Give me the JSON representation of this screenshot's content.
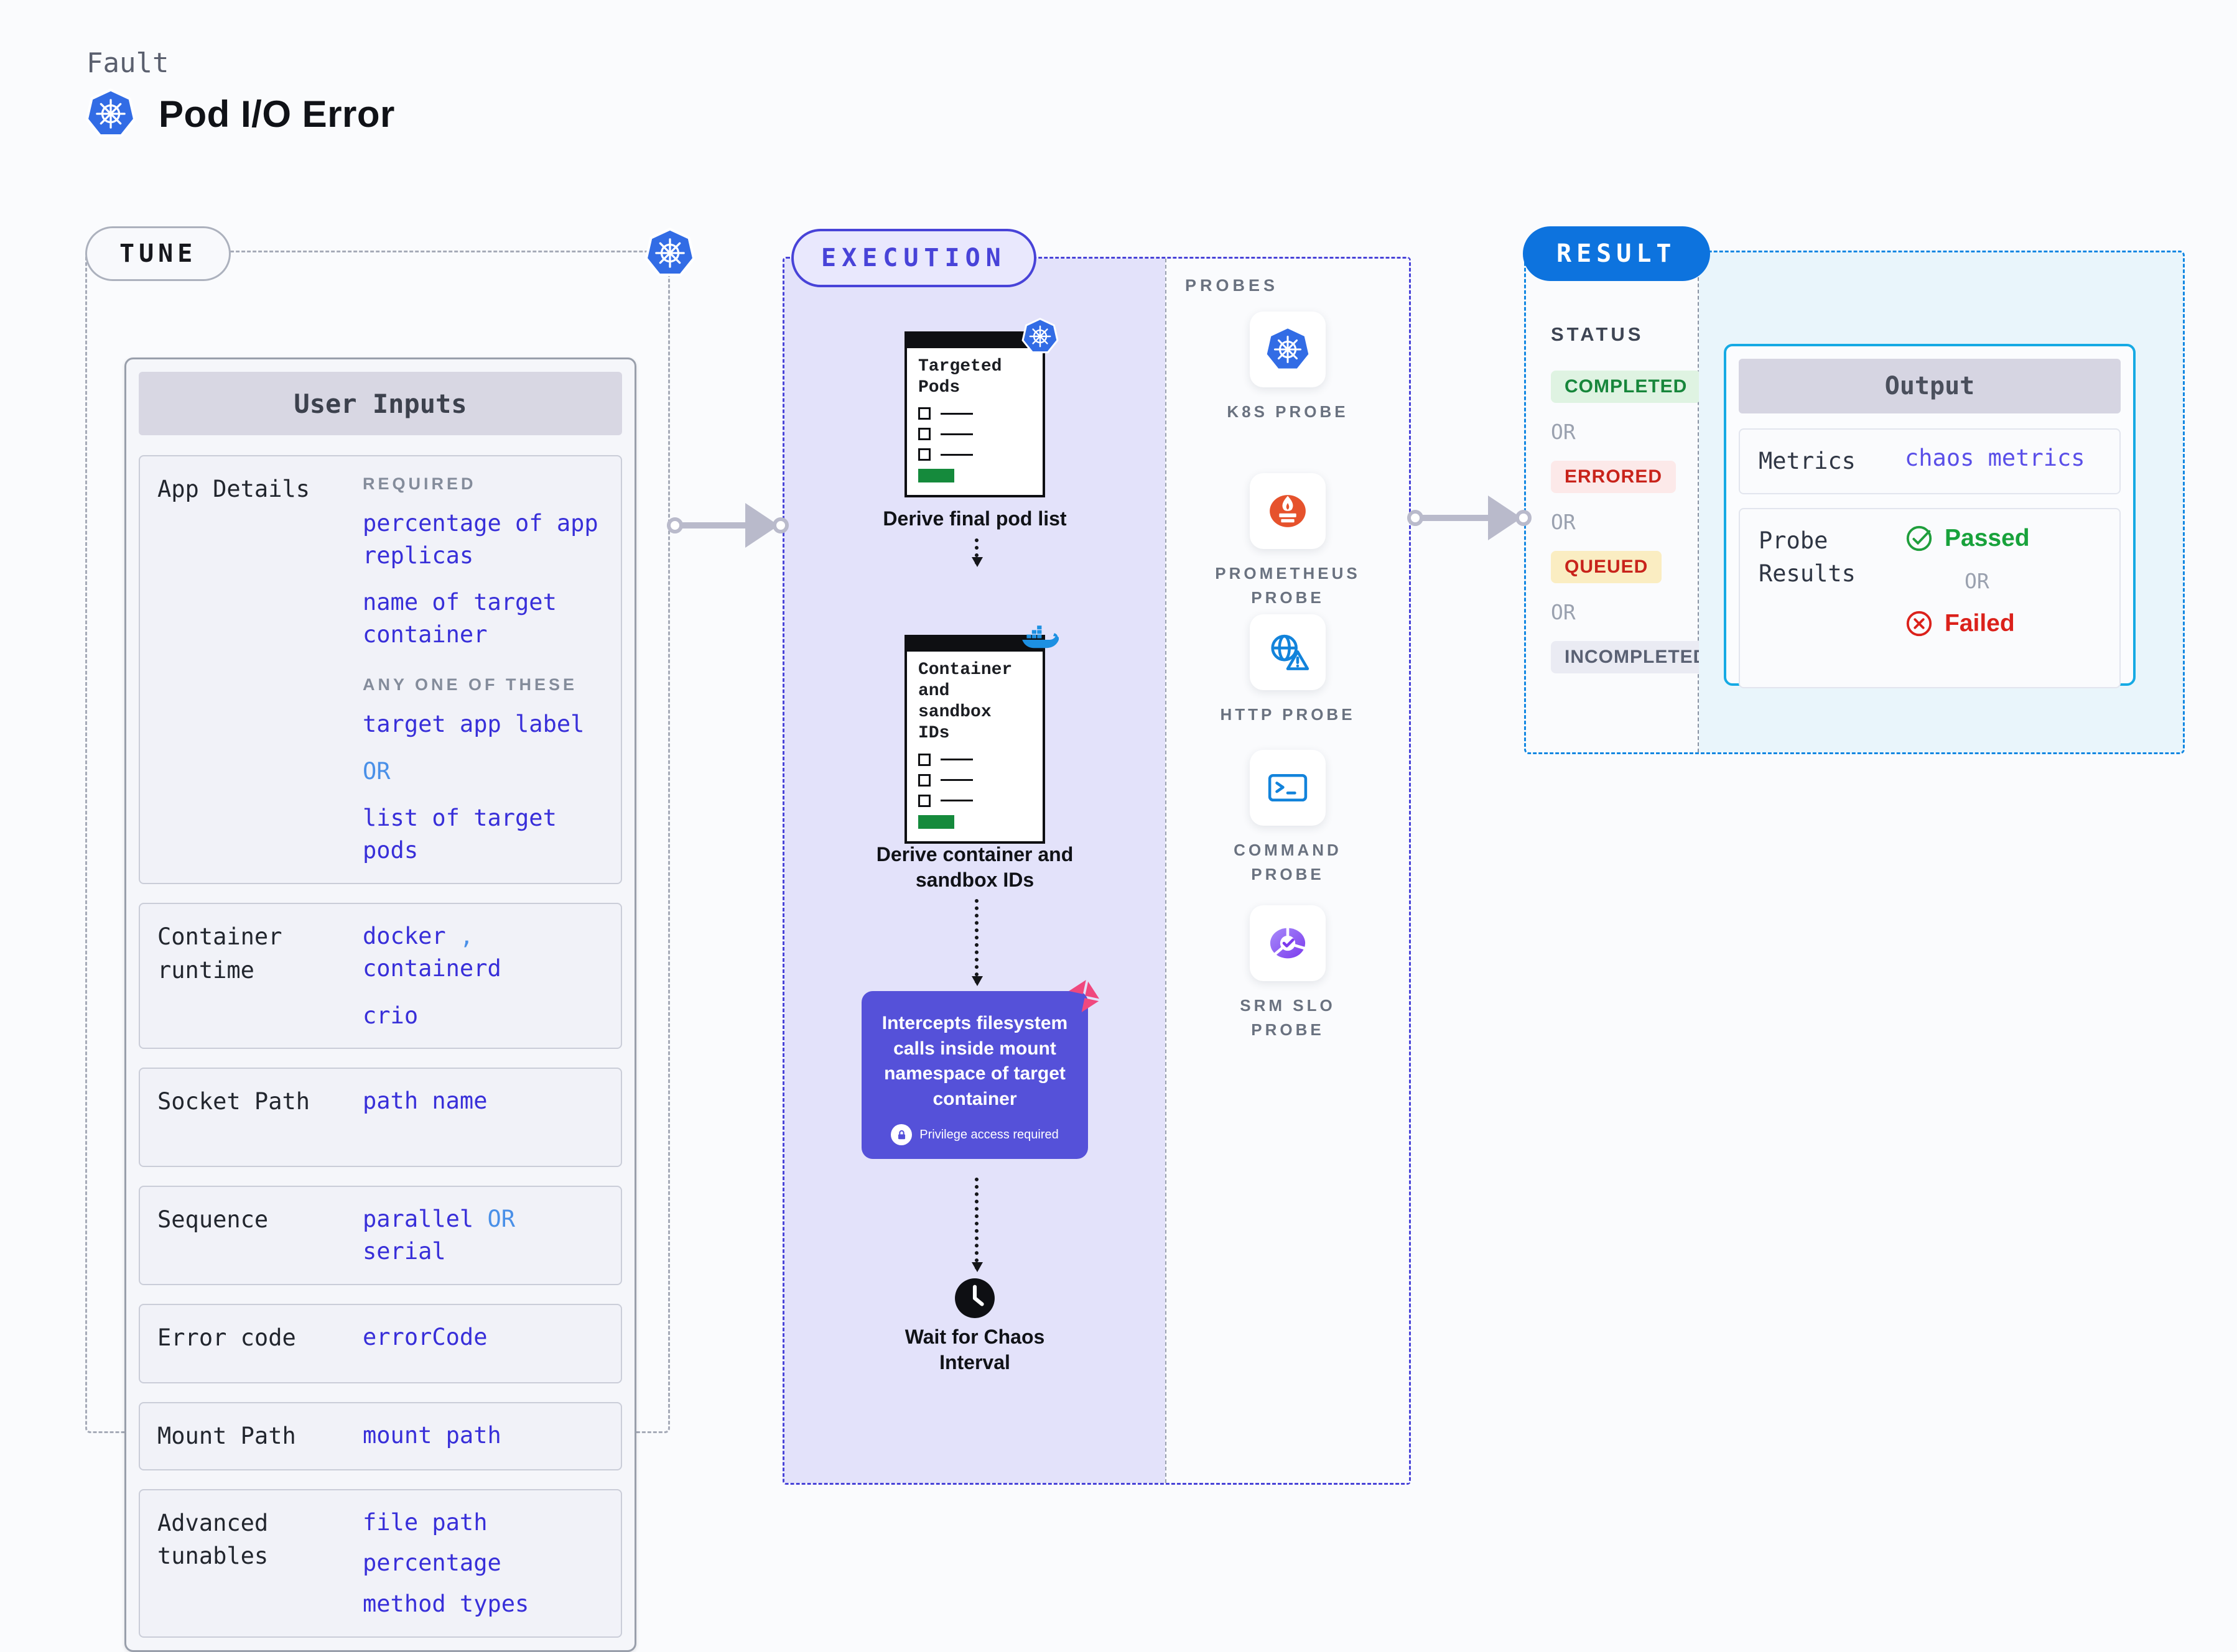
{
  "header": {
    "eyebrow": "Fault",
    "title": "Pod I/O Error"
  },
  "tune": {
    "pill": "TUNE",
    "card_title": "User Inputs",
    "rows": {
      "app_details": {
        "label": "App Details",
        "required_caption": "REQUIRED",
        "required_value_1": "percentage of app replicas",
        "required_value_2": "name of target container",
        "any_caption": "ANY ONE OF THESE",
        "any_value_1": "target app label",
        "or": "OR",
        "any_value_2": "list of target pods"
      },
      "container_runtime": {
        "label": "Container runtime",
        "value_1a": "docker",
        "separator": ",",
        "value_1b": "containerd",
        "value_2": "crio"
      },
      "socket_path": {
        "label": "Socket Path",
        "value": "path name"
      },
      "sequence": {
        "label": "Sequence",
        "value_1": "parallel",
        "or": "OR",
        "value_2": "serial"
      },
      "error_code": {
        "label": "Error code",
        "value": "errorCode"
      },
      "mount_path": {
        "label": "Mount Path",
        "value": "mount path"
      },
      "advanced_tunables": {
        "label": "Advanced tunables",
        "value_1": "file path",
        "value_2": "percentage",
        "value_3": "method types"
      }
    }
  },
  "execution": {
    "pill": "EXECUTION",
    "steps": {
      "pod_list": {
        "doc_title": "Targeted Pods",
        "caption": "Derive final pod list"
      },
      "container_ids": {
        "doc_title": "Container and sandbox IDs",
        "caption": "Derive container and sandbox IDs"
      },
      "intercept": {
        "text": "Intercepts filesystem calls inside mount namespace of target container",
        "badge": "Privilege access required"
      },
      "wait": {
        "caption": "Wait for Chaos Interval"
      }
    }
  },
  "probes": {
    "label": "PROBES",
    "command_glyph": ">_",
    "items": [
      {
        "name": "K8S PROBE"
      },
      {
        "name": "PROMETHEUS PROBE"
      },
      {
        "name": "HTTP PROBE"
      },
      {
        "name": "COMMAND PROBE"
      },
      {
        "name": "SRM SLO PROBE"
      }
    ]
  },
  "result": {
    "pill": "RESULT",
    "status_label": "STATUS",
    "or": "OR",
    "statuses": {
      "completed": "COMPLETED",
      "errored": "ERRORED",
      "queued": "QUEUED",
      "incompleted": "INCOMPLETED"
    },
    "output": {
      "title": "Output",
      "metrics_label": "Metrics",
      "metrics_value": "chaos metrics",
      "probe_results_label": "Probe Results",
      "passed": "Passed",
      "or": "OR",
      "failed": "Failed"
    }
  },
  "colors": {
    "accent_purple": "#4843D8",
    "result_blue": "#0D73DE",
    "output_cyan": "#16AAE4",
    "value_blue": "#382FD9",
    "or_light_blue": "#4A90E8",
    "passed_green": "#18A23B",
    "failed_red": "#DB211B",
    "k8s_blue": "#326CE5",
    "prometheus_orange": "#E6522C",
    "intercept_purple": "#5551D9",
    "green_bar": "#158A3C"
  }
}
